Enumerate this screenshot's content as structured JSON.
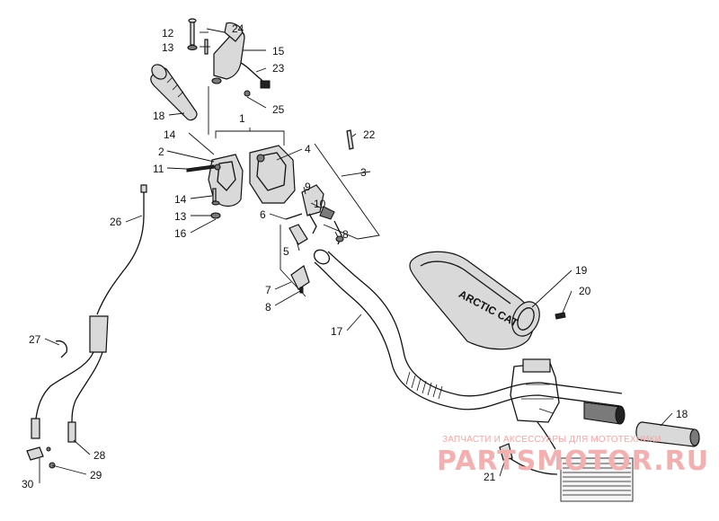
{
  "diagram": {
    "callouts": [
      "1",
      "2",
      "3",
      "4",
      "5",
      "6",
      "7",
      "8",
      "8",
      "9",
      "10",
      "11",
      "12",
      "13",
      "13",
      "14",
      "14",
      "15",
      "16",
      "17",
      "18",
      "18",
      "19",
      "20",
      "21",
      "22",
      "23",
      "24",
      "25",
      "26",
      "27",
      "28",
      "29",
      "30"
    ],
    "brand_text": "ARCTIC CAT"
  },
  "watermark": {
    "line1": "ЗАПЧАСТИ И АКСЕССУАРЫ ДЛЯ МОТОТЕХНИКИ",
    "line2": "PARTSMOTOR.RU"
  }
}
